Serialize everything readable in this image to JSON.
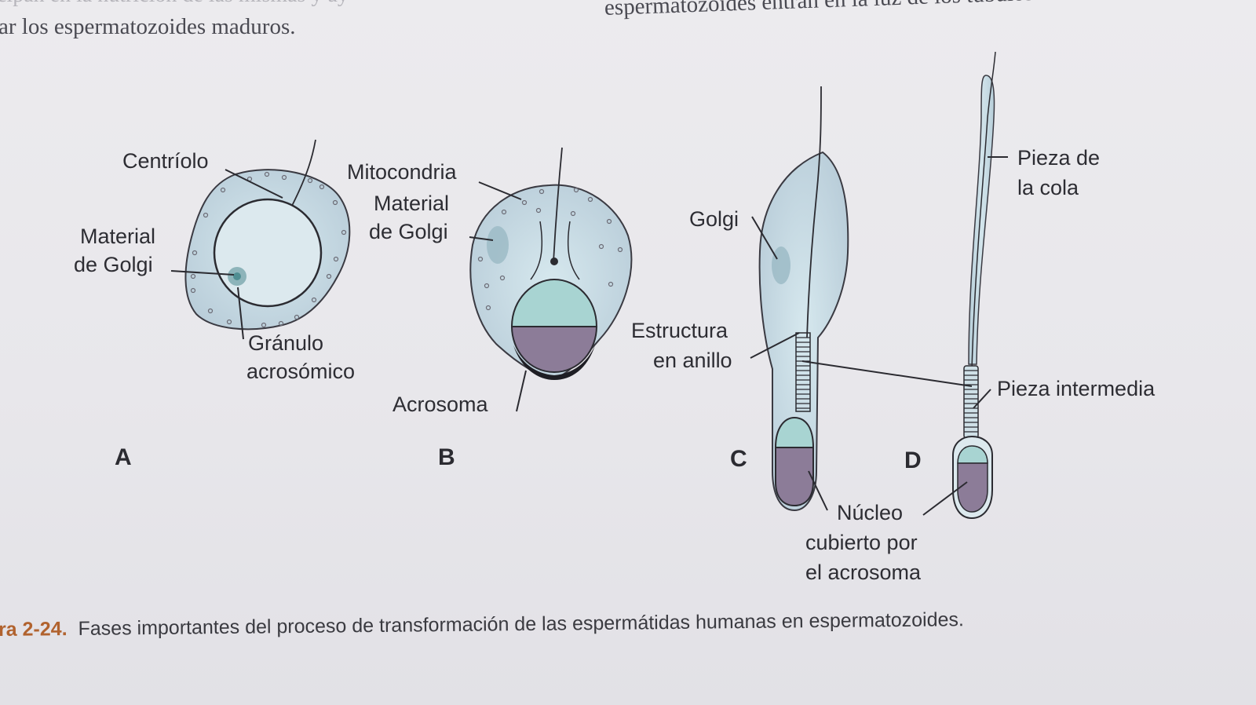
{
  "page_text": {
    "top_left_faint": "cipan en la nutrición de las mismas y ay",
    "top_left": "ar los espermatozoides maduros.",
    "top_right": "espermatozoides entran en la luz de los túbulos"
  },
  "figure": {
    "panels": [
      "A",
      "B",
      "C",
      "D"
    ],
    "labels": {
      "a_centriolo": "Centríolo",
      "a_material_1": "Material",
      "a_material_2": "de Golgi",
      "a_granulo_1": "Gránulo",
      "a_granulo_2": "acrosómico",
      "b_mitocondria": "Mitocondria",
      "b_material_1": "Material",
      "b_material_2": "de Golgi",
      "b_acrosoma": "Acrosoma",
      "c_golgi": "Golgi",
      "c_estructura_1": "Estructura",
      "c_estructura_2": "en anillo",
      "nucleo_1": "Núcleo",
      "nucleo_2": "cubierto por",
      "nucleo_3": "el acrosoma",
      "d_pieza_cola_1": "Pieza de",
      "d_pieza_cola_2": "la cola",
      "d_pieza_intermedia": "Pieza intermedia"
    },
    "colors": {
      "cytoplasm": "#c9dde6",
      "acrosome_cap": "#a8d4d2",
      "nucleus": "#8c7c98",
      "outline": "#2b2b31"
    },
    "caption_number": "ra 2-24.",
    "caption_text": "Fases importantes del proceso de transformación de las espermátidas humanas en espermatozoides."
  }
}
